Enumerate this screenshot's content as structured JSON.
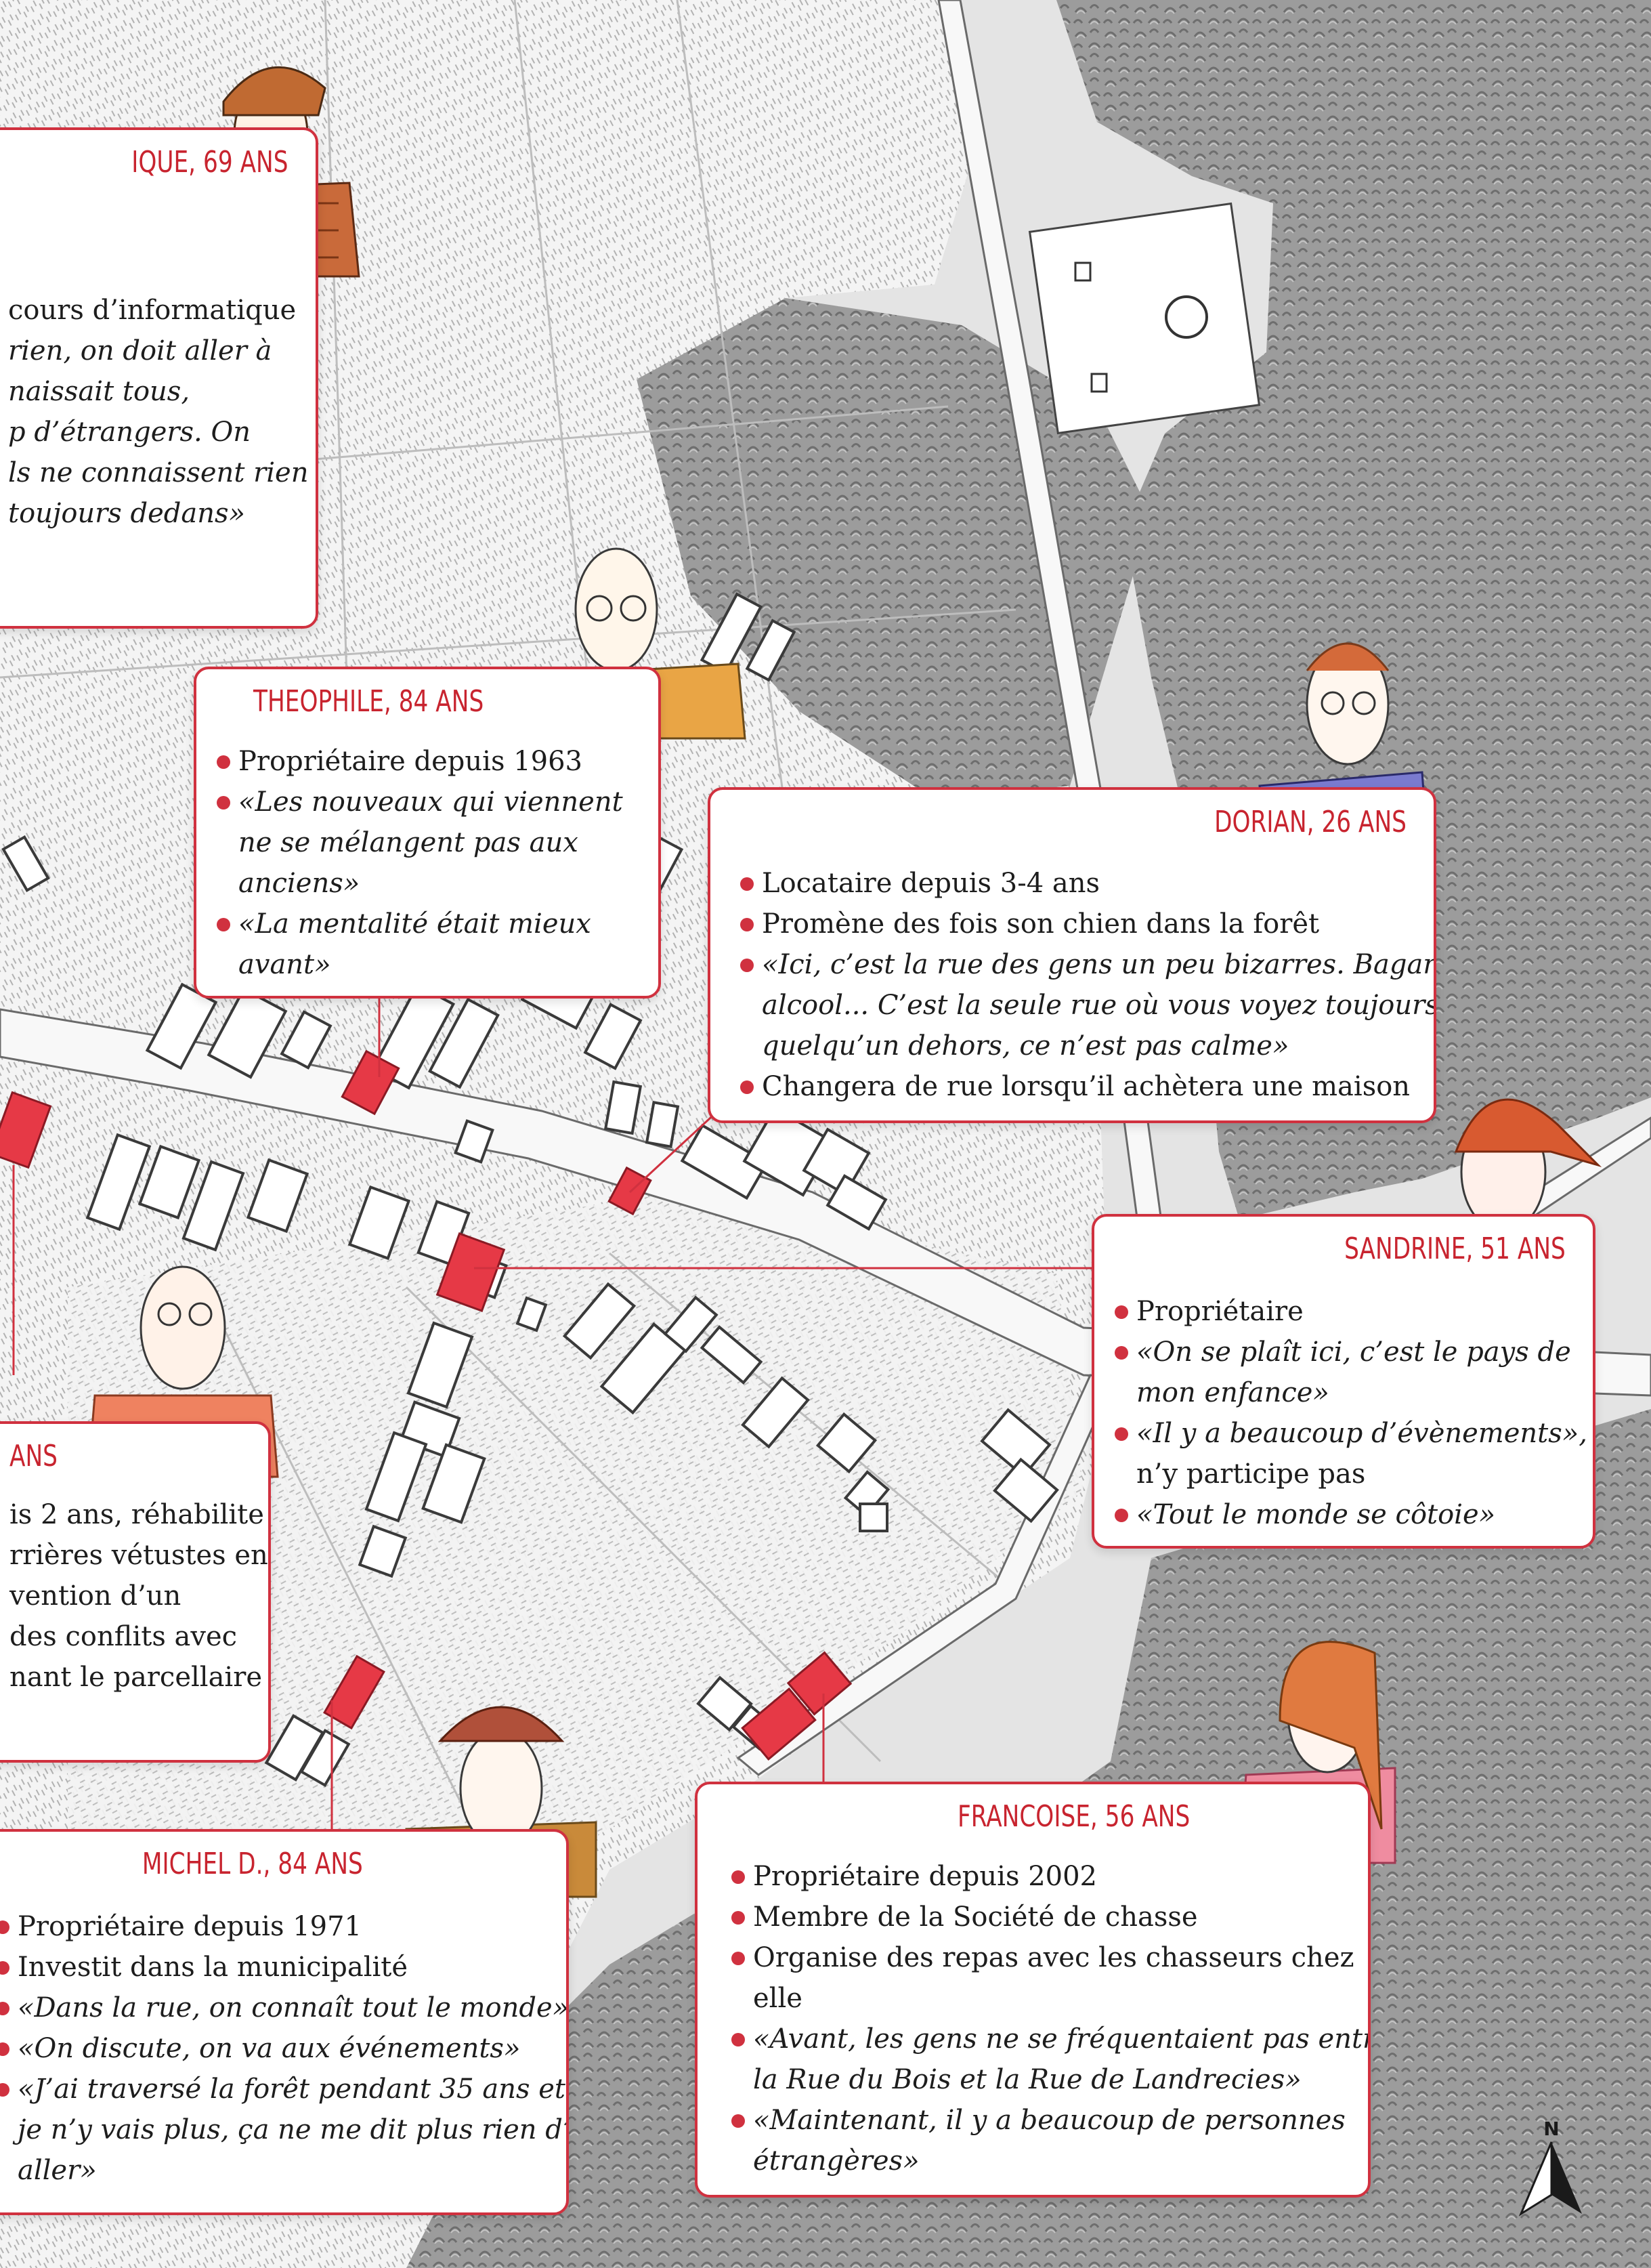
{
  "colors": {
    "accent": "#d0313f",
    "forest": "#9a9a9a",
    "road": "#f7f7f7",
    "building": "#ffffff",
    "highlight": "#e63946"
  },
  "north_label": "N",
  "cards": {
    "dominique": {
      "title": "IQUE, 69 ANS",
      "lines": [
        "cours d’informatique",
        "rien, on doit aller à",
        "",
        "naissait tous,",
        "p d’étrangers. On",
        "",
        "ls ne connaissent rien",
        "toujours dedans»"
      ]
    },
    "theophile": {
      "title": "THEOPHILE, 84 ANS",
      "lines": [
        "Propriétaire depuis 1963",
        "«Les nouveaux qui viennent",
        "ne se mélangent pas aux",
        "anciens»",
        "«La mentalité était mieux",
        "avant»"
      ]
    },
    "dorian": {
      "title": "DORIAN, 26 ANS",
      "lines": [
        "Locataire depuis 3-4 ans",
        "Promène des fois son chien dans la forêt",
        "«Ici, c’est la rue des gens un peu bizarres. Bagarre,",
        "alcool... C’est la seule rue où vous voyez toujours",
        "quelqu’un dehors, ce n’est pas calme»",
        "Changera de rue lorsqu’il achètera une maison"
      ]
    },
    "sandrine": {
      "title": "SANDRINE, 51 ANS",
      "lines": [
        "Propriétaire",
        "«On se plaît ici, c’est le pays de",
        "mon enfance»",
        "«Il y a beaucoup d’évènements»,",
        "n’y participe pas",
        "«Tout le monde se côtoie»"
      ]
    },
    "left": {
      "title": "ANS",
      "lines": [
        "is 2 ans, réhabilite",
        "rrières vétustes en",
        "",
        "vention d’un",
        "des conflits avec",
        "nant le parcellaire"
      ]
    },
    "michel": {
      "title": "MICHEL D., 84 ANS",
      "lines": [
        "Propriétaire depuis 1971",
        "Investit dans la municipalité",
        "«Dans la rue, on connaît tout le monde»",
        "«On discute, on va aux événements»",
        "«J’ai traversé la forêt pendant 35 ans et",
        "je n’y vais plus, ça ne me dit plus rien d’y",
        "aller»"
      ]
    },
    "francoise": {
      "title": "FRANCOISE, 56 ANS",
      "lines": [
        "Propriétaire depuis 2002",
        "Membre de la Société de chasse",
        "Organise des repas avec les chasseurs chez",
        "elle",
        "«Avant, les gens ne se fréquentaient pas entre",
        "la Rue du Bois et la Rue de Landrecies»",
        "«Maintenant, il y a beaucoup de personnes",
        "étrangères»"
      ]
    }
  }
}
